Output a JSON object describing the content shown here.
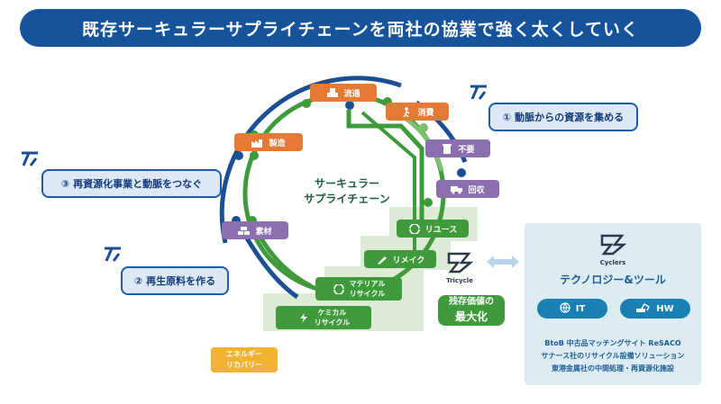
{
  "title": "既存サーキュラーサプライチェーンを両社の協業で強く太くしていく",
  "center": {
    "line1": "サーキュラー",
    "line2": "サプライチェーン"
  },
  "nodes": {
    "ryutsu": "流通",
    "shohi": "消費",
    "fuyou": "不要",
    "kaishu": "回収",
    "seizo": "製造",
    "sozai": "素材"
  },
  "steps": {
    "reuse": "リユース",
    "remake": "リメイク",
    "material_1": "マテリアル",
    "material_2": "リサイクル",
    "chemical_1": "ケミカル",
    "chemical_2": "リサイクル"
  },
  "callouts": {
    "c1": "① 動脈からの資源を集める",
    "c2": "② 再生原料を作る",
    "c3": "③ 再資源化事業と動脈をつなぐ"
  },
  "tricycle": "Tricycle",
  "zanzon": {
    "line1": "残存価値の",
    "line2": "最大化"
  },
  "energy": {
    "line1": "エネルギー",
    "line2": "リカバリー"
  },
  "tools": {
    "brand": "Cyclers",
    "heading": "テクノロジー&ツール",
    "it": "IT",
    "hw": "HW",
    "lines": [
      "BtoB 中古品マッチングサイト ReSACO",
      "サナース社のリサイクル設備ソリューション",
      "東港金属社の中間処理・再資源化施設"
    ]
  },
  "colors": {
    "title_bg": "#16539a",
    "orange": "#e67a35",
    "purple": "#8b6fae",
    "green": "#3e9a3a",
    "navy": "#1b4f93",
    "energy": "#f2b233"
  }
}
